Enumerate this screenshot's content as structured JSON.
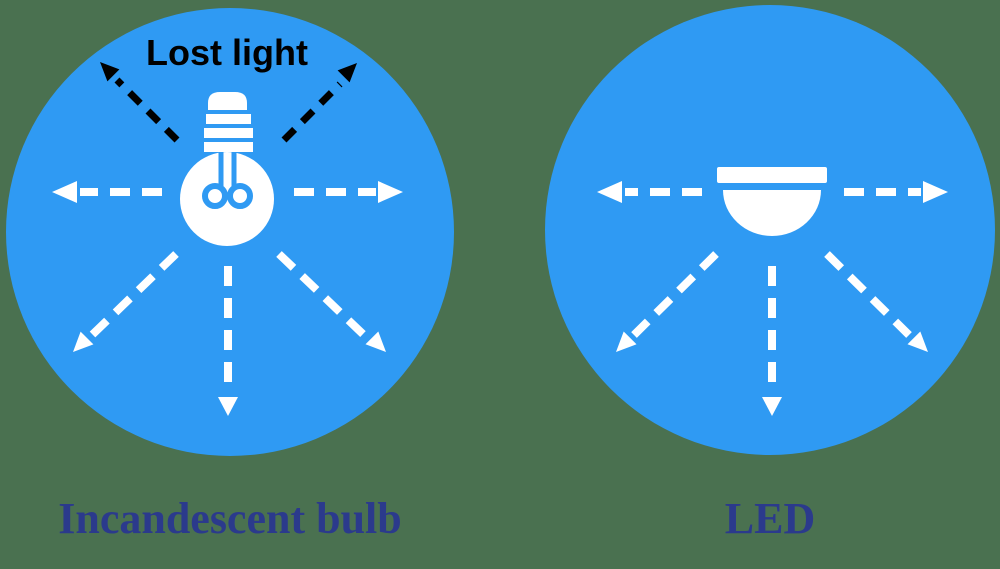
{
  "colors": {
    "background_green": "#4a7150",
    "circle_blue": "#2f9af3",
    "icon_white": "#ffffff",
    "lost_arrow_black": "#000000",
    "label_navy": "#2b3a8c"
  },
  "left_panel": {
    "label": "Incandescent bulb",
    "annotation": "Lost light",
    "icon": "incandescent-bulb",
    "light_directions": [
      "left",
      "right",
      "down-left",
      "down",
      "down-right"
    ],
    "lost_light_directions": [
      "up-left",
      "up-right"
    ]
  },
  "right_panel": {
    "label": "LED",
    "icon": "led-downlight",
    "light_directions": [
      "left",
      "right",
      "down-left",
      "down",
      "down-right"
    ]
  }
}
